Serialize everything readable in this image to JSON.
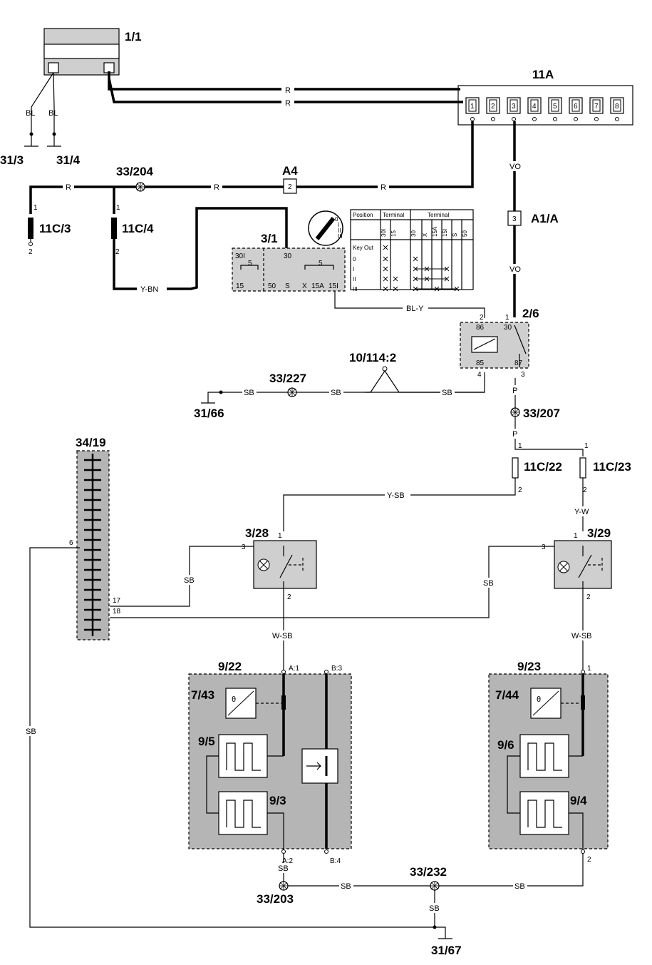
{
  "components": {
    "c_1_1": "1/1",
    "c_11A": "11A",
    "c_31_3": "31/3",
    "c_31_4": "31/4",
    "c_33_204": "33/204",
    "c_A4": "A4",
    "c_A4_pin": "2",
    "c_A1A": "A1/A",
    "c_A1A_pin": "3",
    "c_11C_3": "11C/3",
    "c_11C_4": "11C/4",
    "c_3_1": "3/1",
    "c_2_6": "2/6",
    "c_10_114_2": "10/114:2",
    "c_33_227": "33/227",
    "c_31_66": "31/66",
    "c_33_207": "33/207",
    "c_34_19": "34/19",
    "c_11C_22": "11C/22",
    "c_11C_23": "11C/23",
    "c_3_28": "3/28",
    "c_3_29": "3/29",
    "c_9_22": "9/22",
    "c_9_23": "9/23",
    "c_7_43": "7/43",
    "c_7_44": "7/44",
    "c_9_5": "9/5",
    "c_9_6": "9/6",
    "c_9_3": "9/3",
    "c_9_4": "9/4",
    "c_33_203": "33/203",
    "c_33_232": "33/232",
    "c_31_67": "31/67"
  },
  "wire_colors": {
    "R": "R",
    "BL": "BL",
    "VO": "VO",
    "Y_BN": "Y-BN",
    "BL_Y": "BL-Y",
    "SB": "SB",
    "P": "P",
    "Y_SB": "Y-SB",
    "Y_W": "Y-W",
    "W_SB": "W-SB"
  },
  "fuse_box_11A": [
    "1",
    "2",
    "3",
    "4",
    "5",
    "6",
    "7",
    "8"
  ],
  "pins": {
    "p1": "1",
    "p2": "2",
    "p3": "3",
    "p4": "4",
    "p6": "6",
    "p17": "17",
    "p18": "18",
    "p30": "30",
    "p85": "85",
    "p86": "86",
    "p87": "87",
    "pA1": "A:1",
    "pA2": "A:2",
    "pB3": "B:3",
    "pB4": "B:4"
  },
  "ignition_switch": {
    "top_left": "30I",
    "top_right": "30",
    "inner_left": "5",
    "inner_right": "5",
    "bottom": [
      "15",
      "50",
      "S",
      "X",
      "15A",
      "15I"
    ]
  },
  "terminal_table": {
    "header_position": "Position",
    "header_terminal_a": "Terminal",
    "header_terminal_b": "Terminal",
    "cols_a": [
      "30I",
      "15"
    ],
    "cols_b": [
      "30",
      "X",
      "15A",
      "15I",
      "S",
      "50"
    ],
    "rows": [
      "Key Out",
      "0",
      "I",
      "II",
      "III"
    ]
  },
  "ignition_dial": [
    "0",
    "I",
    "II",
    "III"
  ]
}
